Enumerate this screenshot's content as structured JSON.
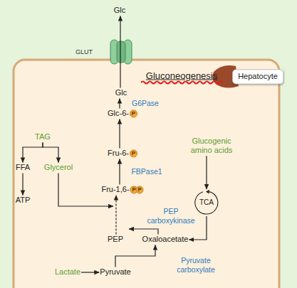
{
  "diagram": {
    "title": "Gluconeogenesis",
    "nodes": [
      {
        "text": [
          "Glc"
        ]
      },
      {
        "text": [
          "Hepatocyte"
        ]
      },
      {
        "text": [
          "Glc"
        ]
      },
      {
        "text": [
          "Glc-6-",
          "P"
        ]
      },
      {
        "text": [
          "Fru-6-",
          "P"
        ]
      },
      {
        "text": [
          "TAG"
        ]
      },
      {
        "text": [
          "Glucogenic amino acids"
        ]
      },
      {
        "text": [
          "FFA"
        ]
      },
      {
        "text": [
          "Glycerol"
        ]
      },
      {
        "text": [
          "Fru-1,6-",
          "P",
          "P"
        ]
      },
      {
        "text": [
          "ATP"
        ]
      },
      {
        "text": [
          "TCA"
        ]
      },
      {
        "text": [
          "PEP"
        ]
      },
      {
        "text": [
          "Oxaloacetate"
        ]
      },
      {
        "text": [
          "Lactate"
        ]
      },
      {
        "text": [
          "Pyruvate"
        ]
      }
    ],
    "edges": [
      {
        "from": 2,
        "to": 0,
        "arrow": "to"
      },
      {
        "from": 3,
        "to": 2,
        "arrow": "to",
        "label": "G6Pase"
      },
      {
        "from": 4,
        "to": 3,
        "arrow": "to"
      },
      {
        "from": 9,
        "to": 4,
        "arrow": "to",
        "label": "FBPase1"
      },
      {
        "from": 12,
        "to": 9,
        "arrow": "to"
      },
      {
        "from": 5,
        "to": 7,
        "arrow": "to"
      },
      {
        "from": 5,
        "to": 8,
        "arrow": "to"
      },
      {
        "from": 7,
        "to": 10,
        "arrow": "to"
      },
      {
        "from": 8,
        "to": 9,
        "arrow": "to"
      },
      {
        "from": 6,
        "to": 11,
        "arrow": "to"
      },
      {
        "from": 11,
        "to": 13,
        "arrow": "to"
      },
      {
        "from": 13,
        "to": 12,
        "arrow": "to",
        "label": "PEP carboxykinase"
      },
      {
        "from": 14,
        "to": 15,
        "arrow": "to"
      },
      {
        "from": 15,
        "to": 13,
        "arrow": "to",
        "label": "Pyruvate carboxylate"
      }
    ],
    "labels": [
      "GLUT"
    ]
  }
}
